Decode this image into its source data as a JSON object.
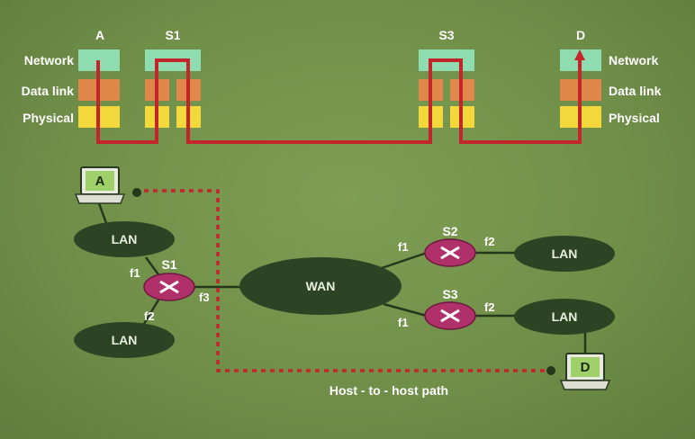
{
  "colors": {
    "background": "#6f8e48",
    "network_layer": "#8fdcb0",
    "datalink_layer": "#e0874a",
    "physical_layer": "#f2d83a",
    "path": "#c4252b",
    "cloud": "#2c4423",
    "switch": "#b0306a"
  },
  "stack": {
    "columns": {
      "a": "A",
      "s1": "S1",
      "s3": "S3",
      "d": "D"
    },
    "left_labels": {
      "network": "Network",
      "data_link": "Data link",
      "physical": "Physical"
    },
    "right_labels": {
      "network": "Network",
      "data_link": "Data link",
      "physical": "Physical"
    }
  },
  "topology": {
    "host_a": "A",
    "host_d": "D",
    "lan_top_left": "LAN",
    "lan_bottom_left": "LAN",
    "lan_right_top": "LAN",
    "lan_right_bottom": "LAN",
    "wan": "WAN",
    "switch_s1": "S1",
    "switch_s2": "S2",
    "switch_s3": "S3",
    "ports": {
      "s1_f1": "f1",
      "s1_f2": "f2",
      "s1_f3": "f3",
      "s2_f1": "f1",
      "s2_f2": "f2",
      "s3_f1": "f1",
      "s3_f2": "f2"
    },
    "path_caption": "Host - to - host path"
  }
}
